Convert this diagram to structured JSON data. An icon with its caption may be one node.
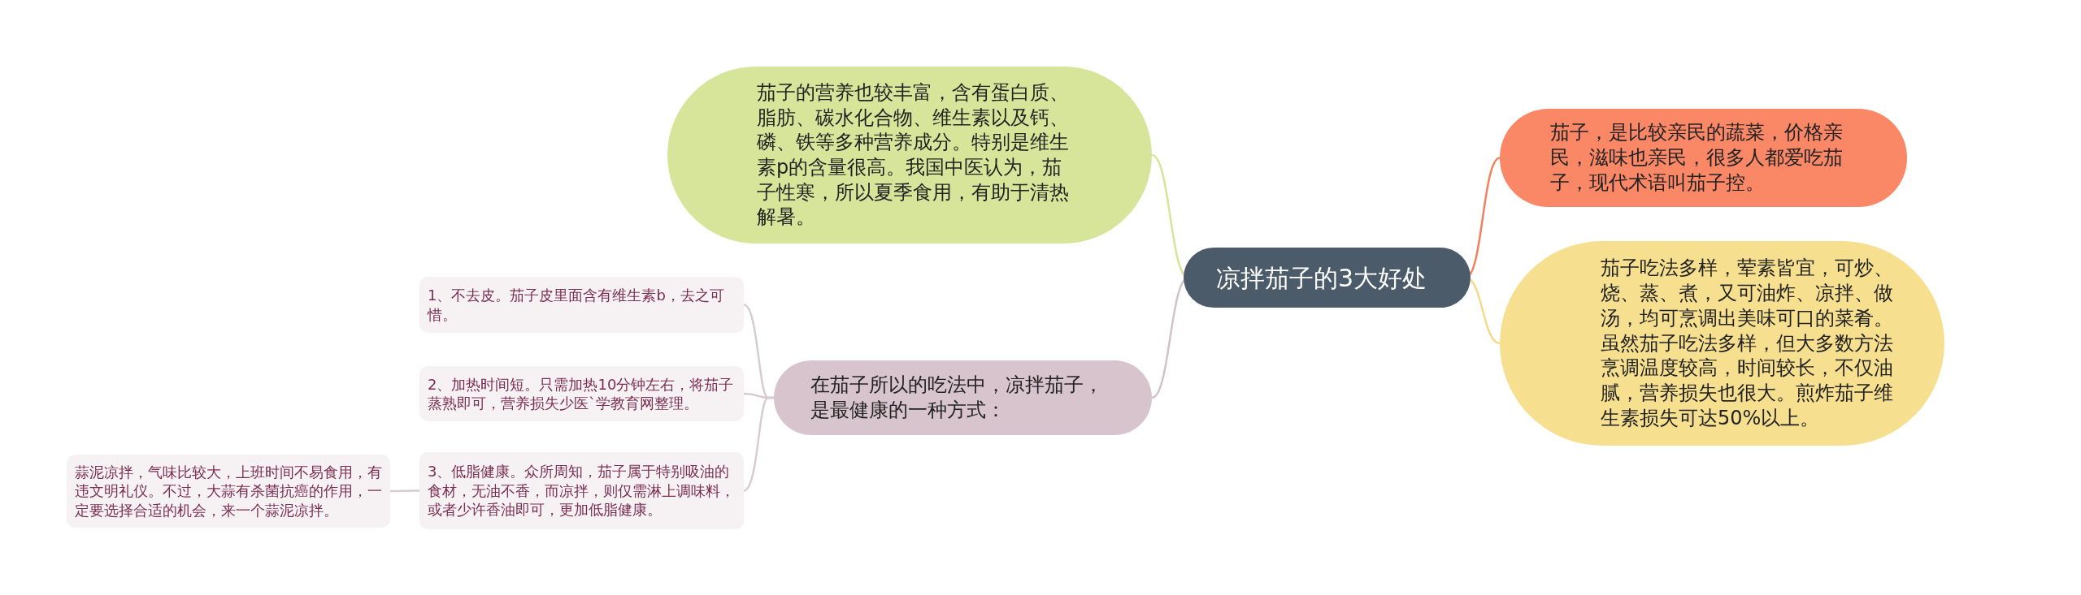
{
  "diagram": {
    "nodes": [
      {
        "text": [
          "凉拌茄子的3大好处"
        ]
      },
      {
        "text": [
          "茄子的营养也较丰富，含有蛋白质、脂肪、碳水化合物、维生素以及钙、磷、铁等多种营养成分。特别是维生素p的含量很高。我国中医认为，茄子性寒，所以夏季食用，有助于清热解暑。"
        ]
      },
      {
        "text": [
          "茄子，是比较亲民的蔬菜，价格亲民，滋味也亲民，很多人都爱吃茄子，现代术语叫茄子控。"
        ]
      },
      {
        "text": [
          "茄子吃法多样，荤素皆宜，可炒、烧、蒸、煮，又可油炸、凉拌、做汤，均可烹调出美味可口的菜肴。虽然茄子吃法多样，但大多数方法烹调温度较高，时间较长，不仅油腻，营养损失也很大。煎炸茄子维生素损失可达50%以上。"
        ]
      },
      {
        "text": [
          "在茄子所以的吃法中，凉拌茄子，是最健康的一种方式："
        ]
      },
      {
        "text": [
          "1、不去皮。茄子皮里面含有维生素b，去之可惜。"
        ]
      },
      {
        "text": [
          "2、加热时间短。只需加热10分钟左右，将茄子蒸熟即可，营养损失少医`学教育网整理。"
        ]
      },
      {
        "text": [
          "3、低脂健康。众所周知，茄子属于特别吸油的食材，无油不香，而凉拌，则仅需淋上调味料，或者少许香油即可，更加低脂健康。"
        ]
      },
      {
        "text": [
          "蒜泥凉拌，气味比较大，上班时间不易食用，有违文明礼仪。不过，大蒜有杀菌抗癌的作用，一定要选择合适的机会，来一个蒜泥凉拌。"
        ]
      }
    ],
    "edges": [
      {
        "from": 0,
        "to": 1,
        "arrow": "none",
        "color": "#d6e59a"
      },
      {
        "from": 0,
        "to": 2,
        "arrow": "none",
        "color": "#f2805f"
      },
      {
        "from": 0,
        "to": 3,
        "arrow": "none",
        "color": "#f4d98a"
      },
      {
        "from": 0,
        "to": 4,
        "arrow": "none",
        "color": "#d3c2c9"
      },
      {
        "from": 4,
        "to": 5,
        "arrow": "none",
        "color": "#d8cbd1"
      },
      {
        "from": 4,
        "to": 6,
        "arrow": "none",
        "color": "#d8cbd1"
      },
      {
        "from": 4,
        "to": 7,
        "arrow": "none",
        "color": "#d8cbd1"
      },
      {
        "from": 7,
        "to": 8,
        "arrow": "none",
        "color": "#d8cbd1"
      }
    ]
  }
}
